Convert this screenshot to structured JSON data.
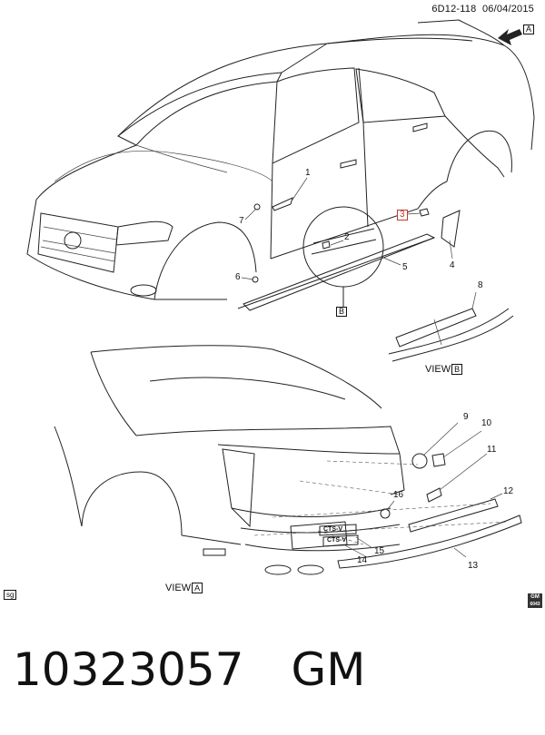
{
  "header": {
    "doc_id": "6D12-118",
    "date": "06/04/2015"
  },
  "arrow_badge": "A",
  "callouts": [
    "1",
    "2",
    "3",
    "4",
    "5",
    "6",
    "7",
    "8",
    "9",
    "10",
    "11",
    "12",
    "13",
    "14",
    "15",
    "16"
  ],
  "detail_badge": "B",
  "views": [
    {
      "label": "VIEW",
      "letter": "B"
    },
    {
      "label": "VIEW",
      "letter": "A"
    }
  ],
  "emblem_texts": [
    "CTS-V",
    "CTS-V"
  ],
  "corner_tag": "sg",
  "gm_logo": [
    "GM",
    "6043"
  ],
  "footer": {
    "part_number": "10323057",
    "brand": "GM"
  }
}
